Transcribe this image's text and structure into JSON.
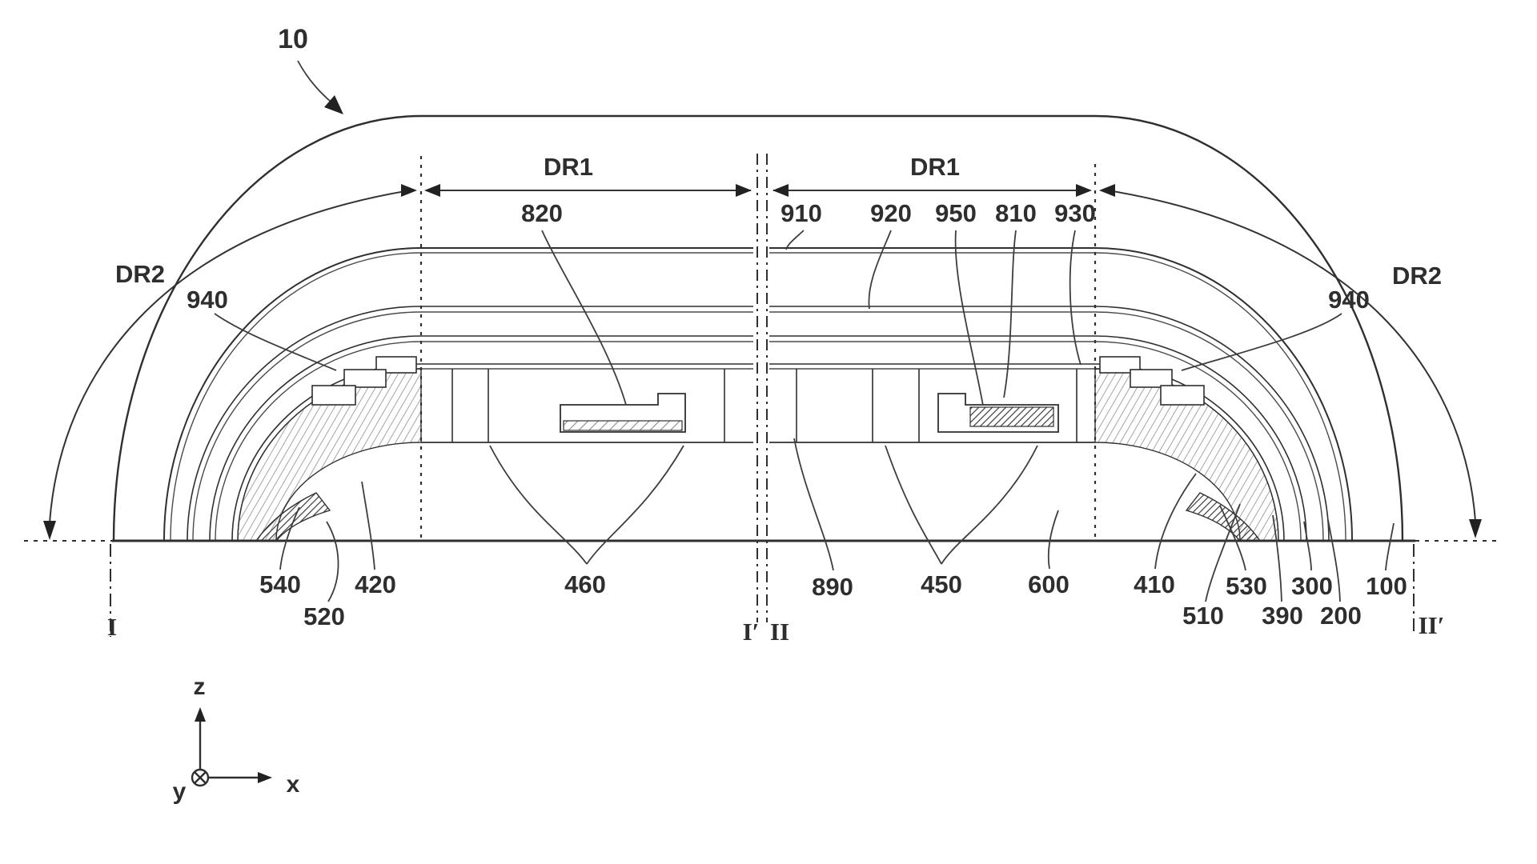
{
  "figure": {
    "reference_number": "10",
    "dimensions": {
      "dr1_left": "DR1",
      "dr1_right": "DR1",
      "dr2_left": "DR2",
      "dr2_right": "DR2"
    },
    "refs": {
      "n820": "820",
      "n910": "910",
      "n920": "920",
      "n950": "950",
      "n810": "810",
      "n930": "930",
      "n940_left": "940",
      "n940_right": "940",
      "n540": "540",
      "n520": "520",
      "n420": "420",
      "n460": "460",
      "n890": "890",
      "n450": "450",
      "n600": "600",
      "n410": "410",
      "n510": "510",
      "n530": "530",
      "n390": "390",
      "n300": "300",
      "n200": "200",
      "n100": "100"
    },
    "sections": {
      "i": "I",
      "i_prime": "I′",
      "ii": "II",
      "ii_prime": "II′"
    },
    "axes": {
      "x": "x",
      "y": "y",
      "z": "z"
    },
    "colors": {
      "line": "#2f2f2f",
      "thin_line": "#4a4a4a",
      "background": "#ffffff"
    }
  }
}
